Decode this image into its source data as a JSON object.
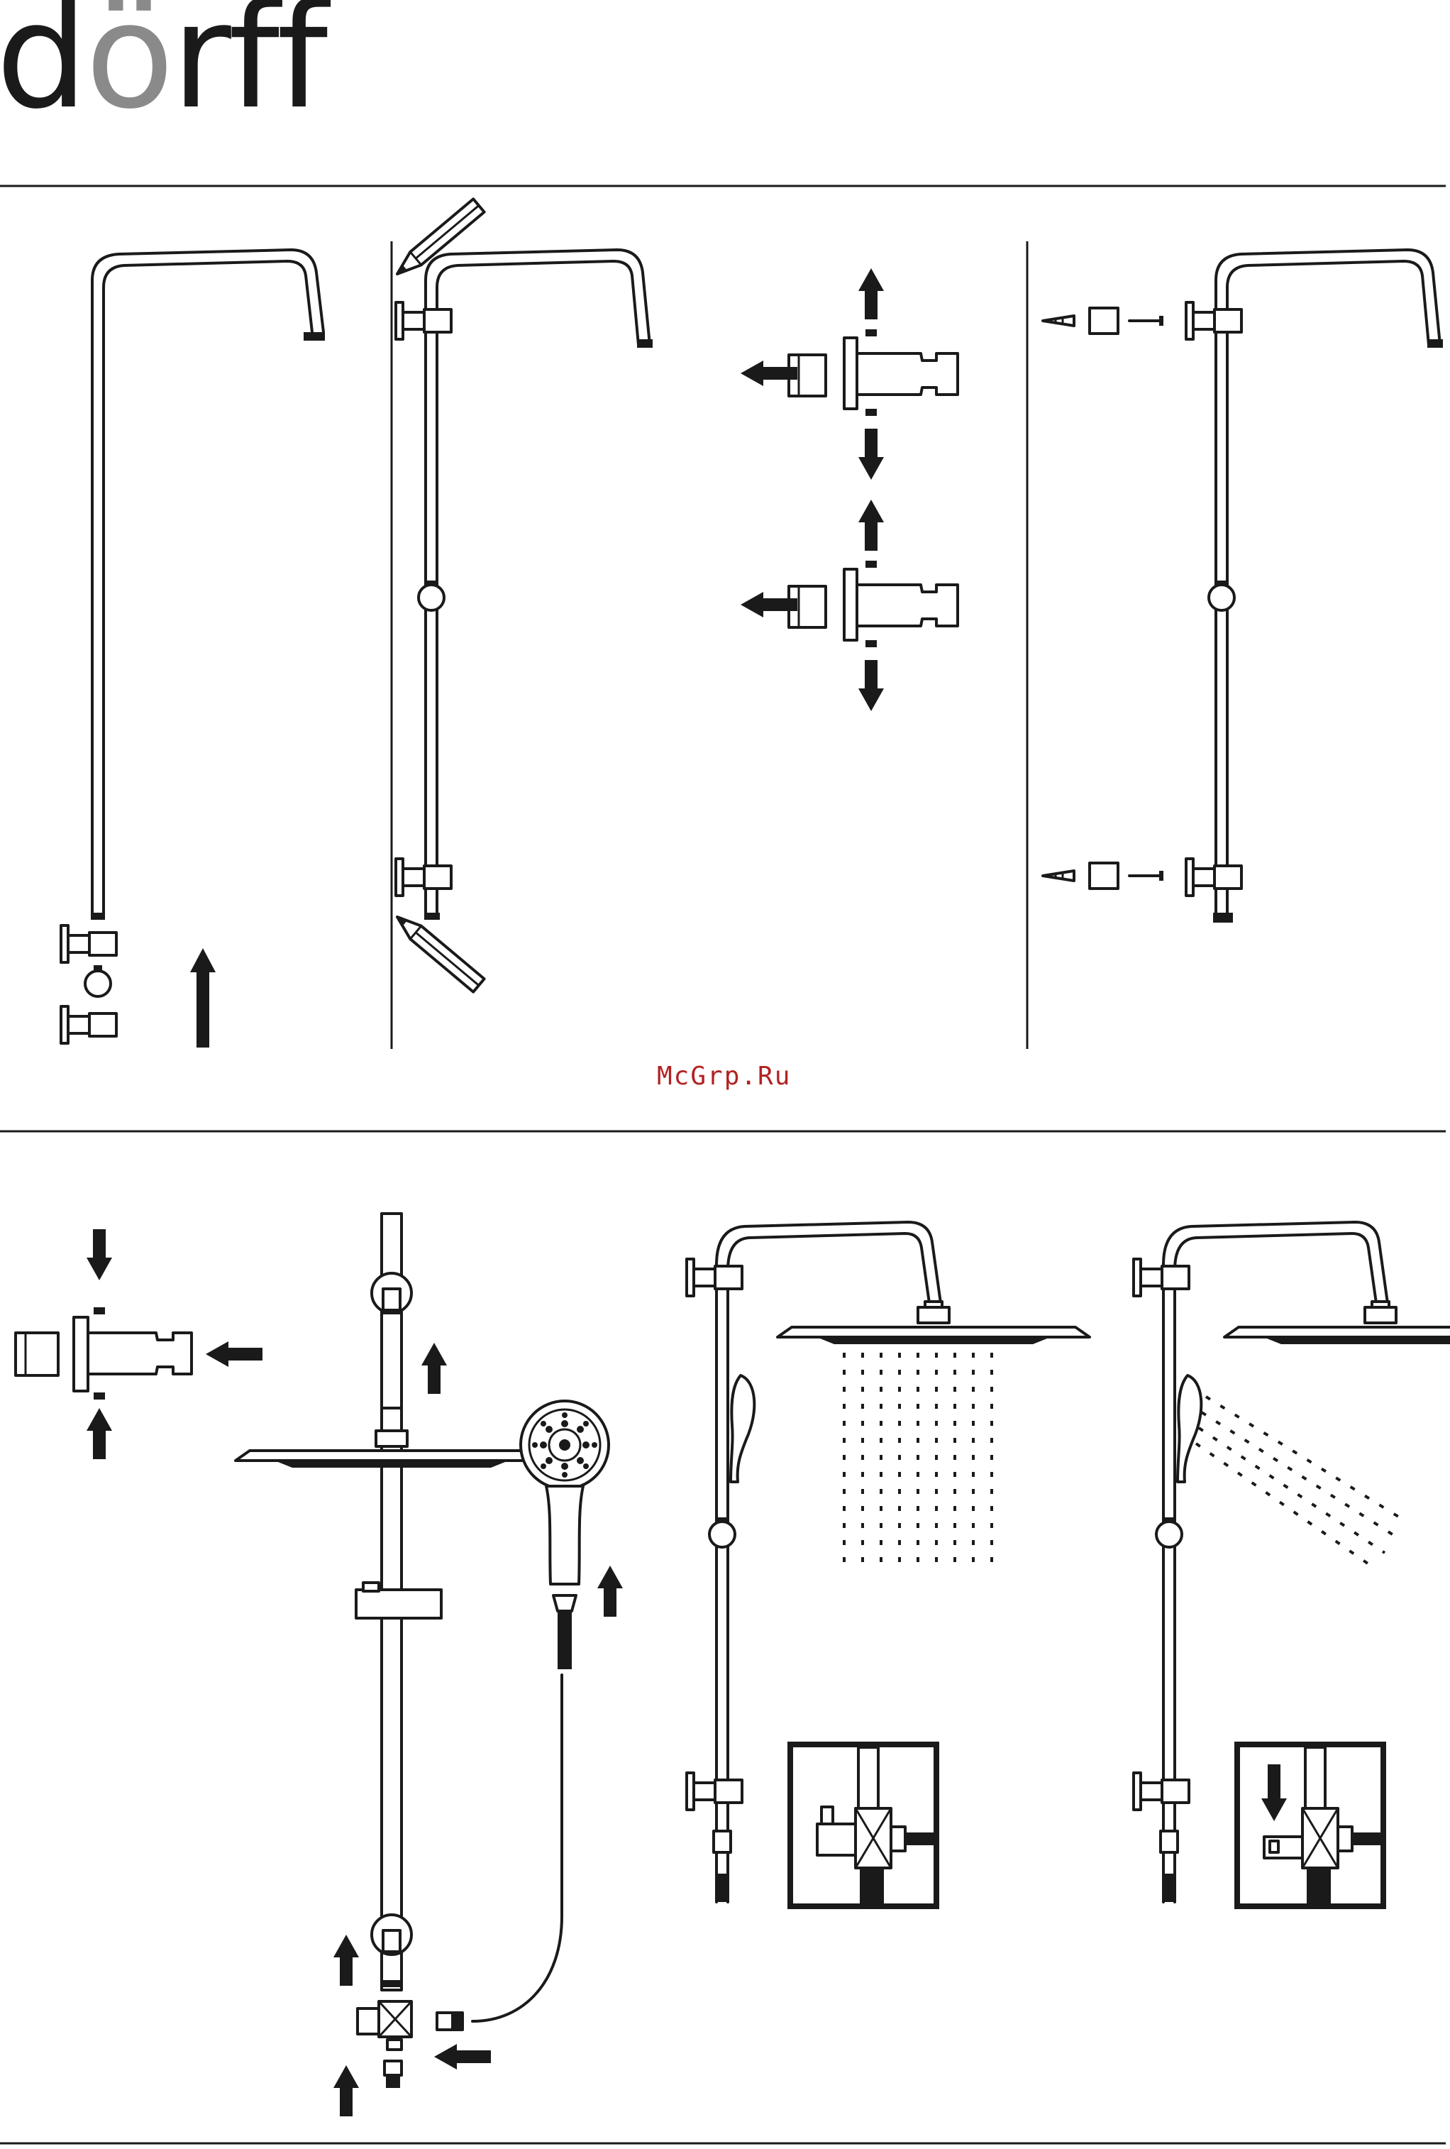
{
  "logo": {
    "prefix": "d",
    "o": "ö",
    "suffix": "rff"
  },
  "watermark": "McGrp.Ru"
}
